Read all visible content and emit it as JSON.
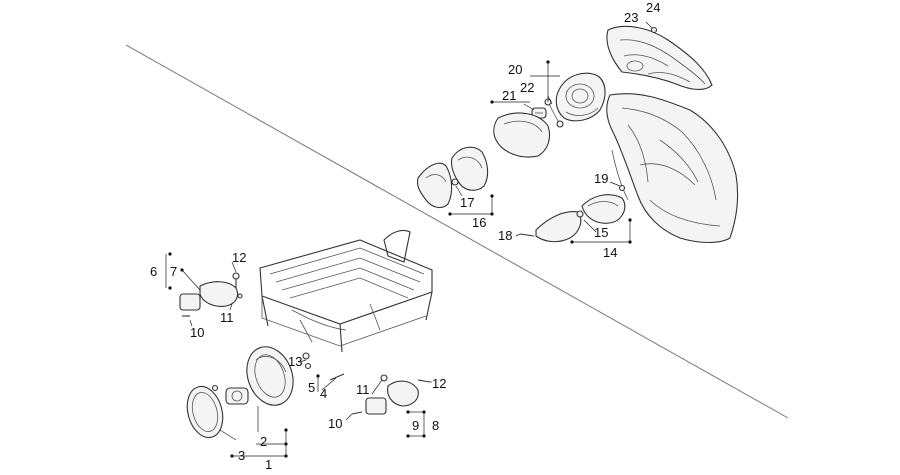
{
  "callouts": {
    "c1": "1",
    "c2": "2",
    "c3": "3",
    "c4": "4",
    "c5": "5",
    "c6": "6",
    "c7": "7",
    "c8": "8",
    "c9": "9",
    "c10a": "10",
    "c10b": "10",
    "c11a": "11",
    "c11b": "11",
    "c12a": "12",
    "c12b": "12",
    "c13": "13",
    "c14": "14",
    "c15": "15",
    "c16": "16",
    "c17": "17",
    "c18": "18",
    "c19": "19",
    "c20": "20",
    "c21": "21",
    "c22": "22",
    "c23": "23",
    "c24": "24"
  }
}
